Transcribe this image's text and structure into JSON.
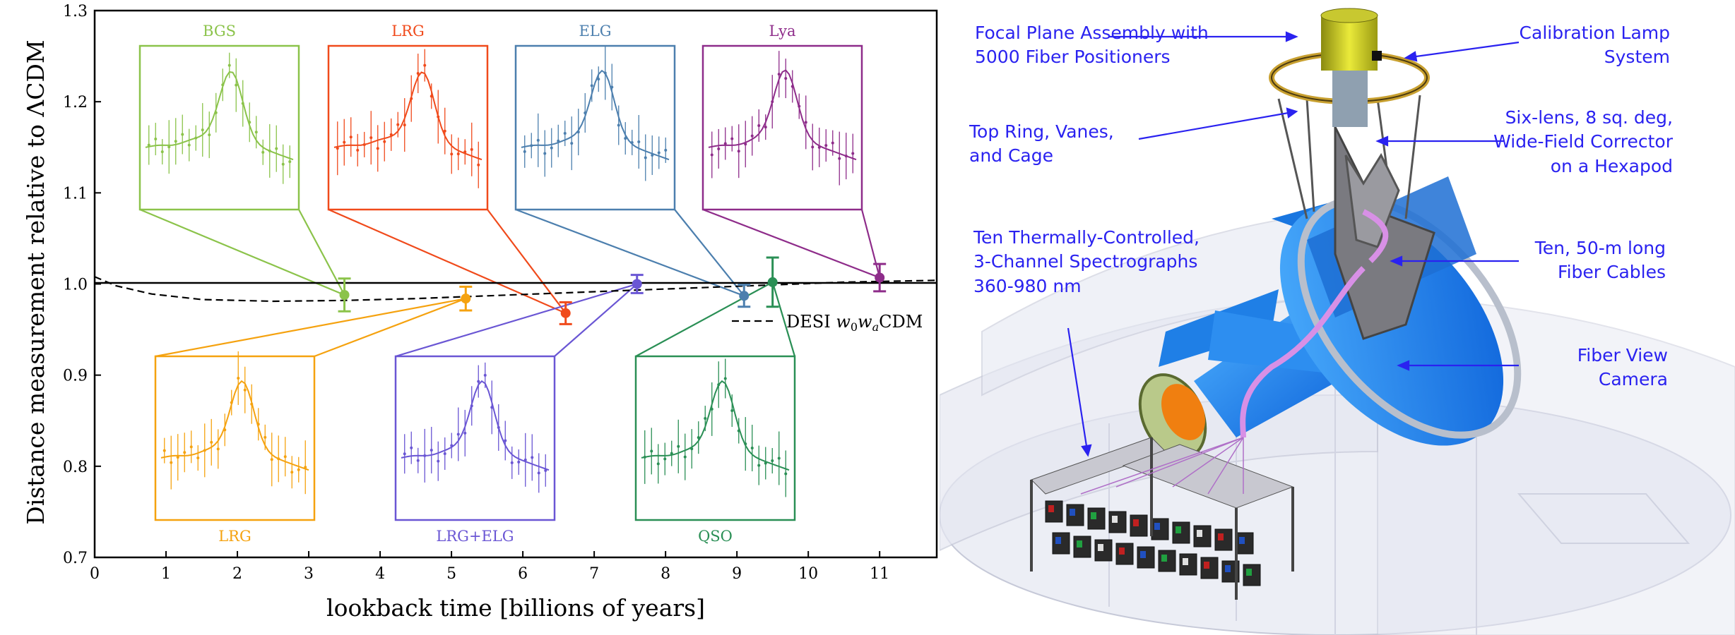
{
  "chart_data": {
    "type": "scatter",
    "title": "",
    "xlabel": "lookback time [billions of years]",
    "ylabel": "Distance measurement relative to ΛCDM",
    "xlim": [
      0,
      11.8
    ],
    "ylim": [
      0.7,
      1.3
    ],
    "xticks": [
      "0",
      "1",
      "2",
      "3",
      "4",
      "5",
      "6",
      "7",
      "8",
      "9",
      "10",
      "11"
    ],
    "yticks": [
      "0.7",
      "0.8",
      "0.9",
      "1.0",
      "1.1",
      "1.2",
      "1.3"
    ],
    "grid": false,
    "legend": {
      "location": "center-right",
      "label": "DESI w0waCDM"
    },
    "reference_line": 1.0,
    "model_curve": {
      "name": "DESI w0waCDM",
      "x": [
        0,
        0.3,
        0.8,
        1.5,
        2.5,
        3.5,
        4.5,
        5.5,
        6.5,
        7.5,
        8.5,
        9.5,
        10.5,
        11.8
      ],
      "y": [
        1.008,
        0.998,
        0.989,
        0.983,
        0.981,
        0.982,
        0.984,
        0.987,
        0.99,
        0.993,
        0.996,
        0.999,
        1.002,
        1.004
      ]
    },
    "points": [
      {
        "tracer": "BGS",
        "x": 3.5,
        "y": 0.988,
        "err": 0.018,
        "color": "#8bc34a"
      },
      {
        "tracer": "LRG",
        "x": 5.2,
        "y": 0.984,
        "err": 0.013,
        "color": "#f5a20f"
      },
      {
        "tracer": "LRG",
        "x": 6.6,
        "y": 0.968,
        "err": 0.012,
        "color": "#f04a1b"
      },
      {
        "tracer": "LRG+ELG",
        "x": 7.6,
        "y": 1.0,
        "err": 0.01,
        "color": "#6a56d4"
      },
      {
        "tracer": "ELG",
        "x": 9.1,
        "y": 0.987,
        "err": 0.012,
        "color": "#4c7fae"
      },
      {
        "tracer": "QSO",
        "x": 9.5,
        "y": 1.002,
        "err": 0.027,
        "color": "#2a8f55"
      },
      {
        "tracer": "Lya",
        "x": 11.0,
        "y": 1.007,
        "err": 0.015,
        "color": "#8e2c8a"
      }
    ],
    "insets": [
      {
        "label": "BGS",
        "position": "top",
        "color": "#8bc34a",
        "peak": 0.58
      },
      {
        "label": "LRG",
        "position": "top",
        "color": "#f04a1b",
        "peak": 0.6
      },
      {
        "label": "ELG",
        "position": "top",
        "color": "#4c7fae",
        "peak": 0.55
      },
      {
        "label": "Lya",
        "position": "top",
        "color": "#8e2c8a",
        "peak": 0.52
      },
      {
        "label": "LRG",
        "position": "bottom",
        "color": "#f5a20f",
        "peak": 0.55
      },
      {
        "label": "LRG+ELG",
        "position": "bottom",
        "color": "#6a56d4",
        "peak": 0.55
      },
      {
        "label": "QSO",
        "position": "bottom",
        "color": "#2a8f55",
        "peak": 0.55
      }
    ]
  },
  "telescope": {
    "labels": [
      {
        "id": "focal",
        "lines": [
          "Focal Plane Assembly with",
          "5000 Fiber Positioners"
        ]
      },
      {
        "id": "calib",
        "lines": [
          "Calibration Lamp",
          "System"
        ]
      },
      {
        "id": "topring",
        "lines": [
          "Top Ring, Vanes,",
          "and Cage"
        ]
      },
      {
        "id": "corrector",
        "lines": [
          "Six-lens, 8 sq. deg,",
          "Wide-Field Corrector",
          "on a Hexapod"
        ]
      },
      {
        "id": "spectro",
        "lines": [
          "Ten Thermally-Controlled,",
          "3-Channel Spectrographs",
          "360-980 nm"
        ]
      },
      {
        "id": "fibers",
        "lines": [
          "Ten, 50-m long",
          "Fiber Cables"
        ]
      },
      {
        "id": "fvc",
        "lines": [
          "Fiber View",
          "Camera"
        ]
      }
    ]
  }
}
